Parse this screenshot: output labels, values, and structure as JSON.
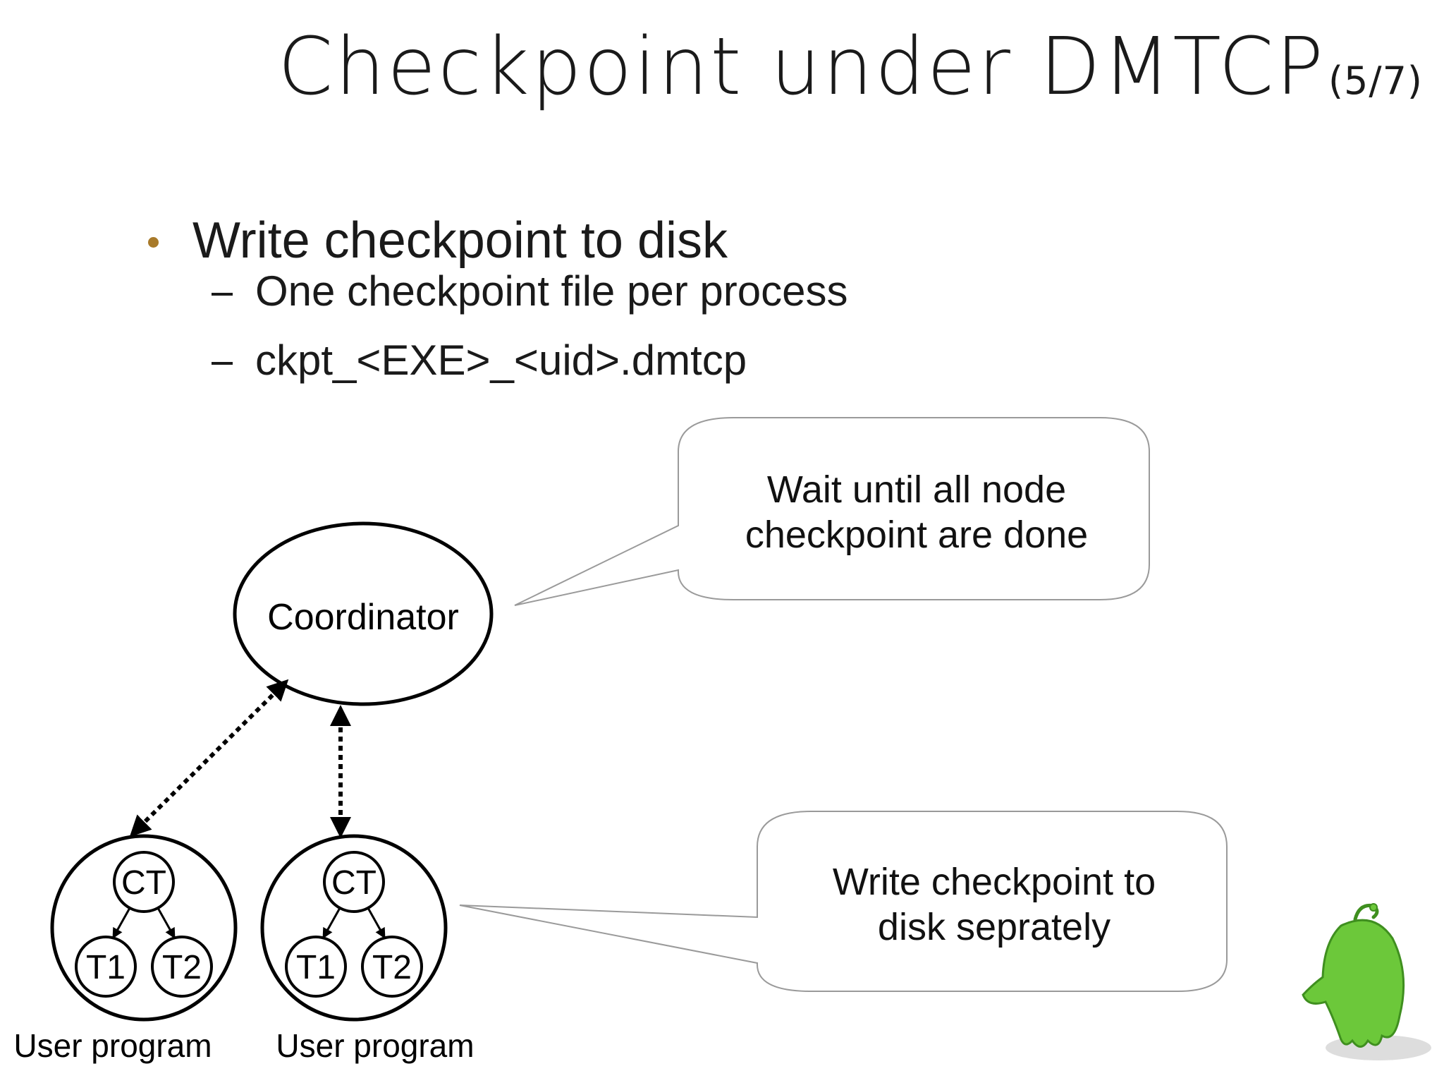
{
  "slide": {
    "title": "Checkpoint under DMTCP",
    "title_counter": "(5/7)",
    "bullet": "Write checkpoint to disk",
    "sub_bullets": [
      "One checkpoint file per process",
      "ckpt_<EXE>_<uid>.dmtcp"
    ]
  },
  "diagram": {
    "coordinator_label": "Coordinator",
    "callout_top_line1": "Wait until all node",
    "callout_top_line2": "checkpoint are done",
    "callout_bottom_line1": "Write checkpoint to",
    "callout_bottom_line2": "disk seprately",
    "processes": [
      {
        "label": "User program",
        "ct": "CT",
        "t1": "T1",
        "t2": "T2"
      },
      {
        "label": "User program",
        "ct": "CT",
        "t1": "T1",
        "t2": "T2"
      }
    ]
  },
  "colors": {
    "bullet_accent": "#a87a2a",
    "mascot_green": "#6cc83a"
  },
  "icons": [
    "green-mascot-icon"
  ]
}
